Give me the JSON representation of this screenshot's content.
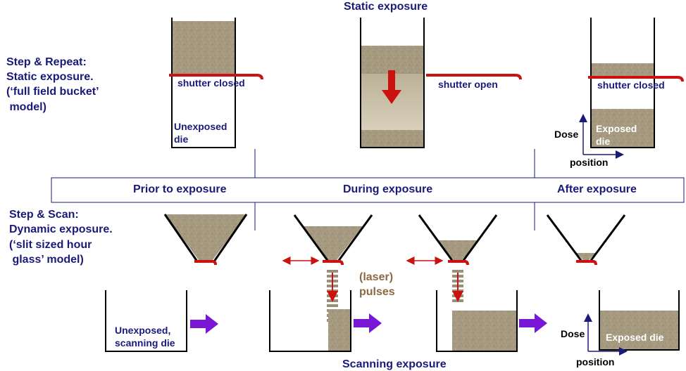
{
  "titles": {
    "top": "Static exposure",
    "bottom": "Scanning exposure"
  },
  "left_labels": {
    "static_l1": "Step & Repeat:",
    "static_l2": "Static exposure.",
    "static_l3": "(‘full field bucket’",
    "static_l4": " model)",
    "scan_l1": "Step & Scan:",
    "scan_l2": "Dynamic exposure.",
    "scan_l3": "(‘slit sized hour",
    "scan_l4": " glass’ model)"
  },
  "phases": {
    "prior": "Prior to exposure",
    "during": "During exposure",
    "after": "After exposure"
  },
  "labels": {
    "shutter_closed_1": "shutter closed",
    "shutter_open": "shutter open",
    "shutter_closed_2": "shutter closed",
    "unexposed_die_1": "Unexposed",
    "unexposed_die_2": "die",
    "exposed_die_1": "Exposed",
    "exposed_die_2": "die",
    "dose_1": "Dose",
    "position_1": "position",
    "laser_1": "(laser)",
    "laser_2": "pulses",
    "unexposed_scan_1": "Unexposed,",
    "unexposed_scan_2": "scanning die",
    "exposed_scan": "Exposed die",
    "dose_2": "Dose",
    "position_2": "position"
  },
  "colors": {
    "navy": "#1a1a7a",
    "shutter_red": "#cc1111",
    "beam": "#b5a78c",
    "arrow_purple": "#7a16d6",
    "laser_brown": "#8a6a40"
  }
}
